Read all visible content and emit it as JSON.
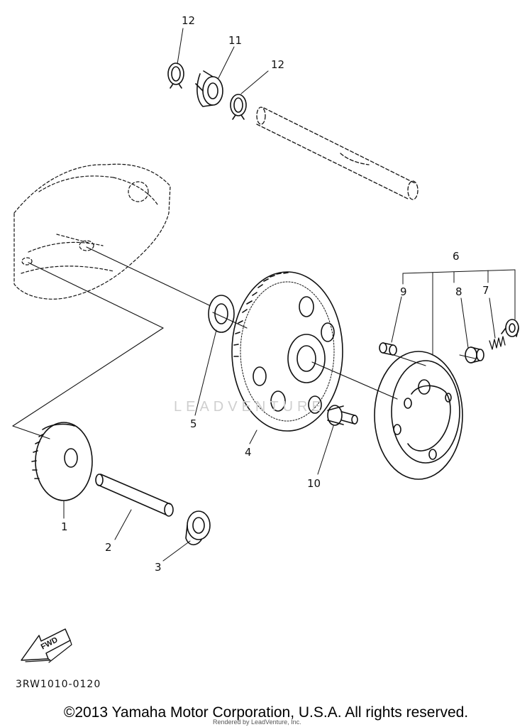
{
  "callouts": [
    "1",
    "2",
    "3",
    "4",
    "5",
    "6",
    "7",
    "8",
    "9",
    "10",
    "11",
    "12"
  ],
  "fwd_label": "FWD",
  "part_code": "3RW1010-0120",
  "copyright": "©2013 Yamaha Motor Corporation, U.S.A. All rights reserved.",
  "rendered_by": "Rendered by LeadVenture, Inc.",
  "watermark": "LEADVENTURE",
  "colors": {
    "line": "#111111",
    "background": "#ffffff",
    "watermark": "#cfcfcf"
  }
}
